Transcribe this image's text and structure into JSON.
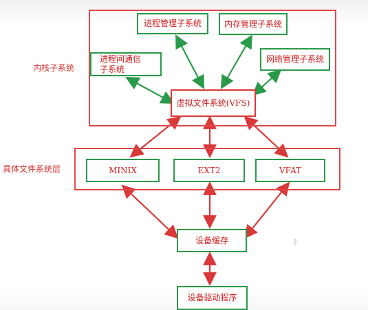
{
  "groups": {
    "kernel": {
      "label": "内核子系统"
    },
    "concrete_fs": {
      "label": "具体文件系统层"
    }
  },
  "nodes": {
    "process_mgmt": "进程管理子系统",
    "memory_mgmt": "内存管理子系统",
    "ipc": "进程间通信\n子系统",
    "network_mgmt": "网络管理子系统",
    "vfs": "虚拟文件系统(VFS)",
    "minix": "MINIX",
    "ext2": "EXT2",
    "vfat": "VFAT",
    "device_cache": "设备缓存",
    "device_driver": "设备驱动程序"
  },
  "colors": {
    "group_border": "#e04848",
    "node_border_green": "#2a9a4a",
    "node_border_red": "#d83838",
    "text": "#cc2020",
    "green_arrow": "#2a9a4a",
    "red_arrow": "#d83838"
  }
}
